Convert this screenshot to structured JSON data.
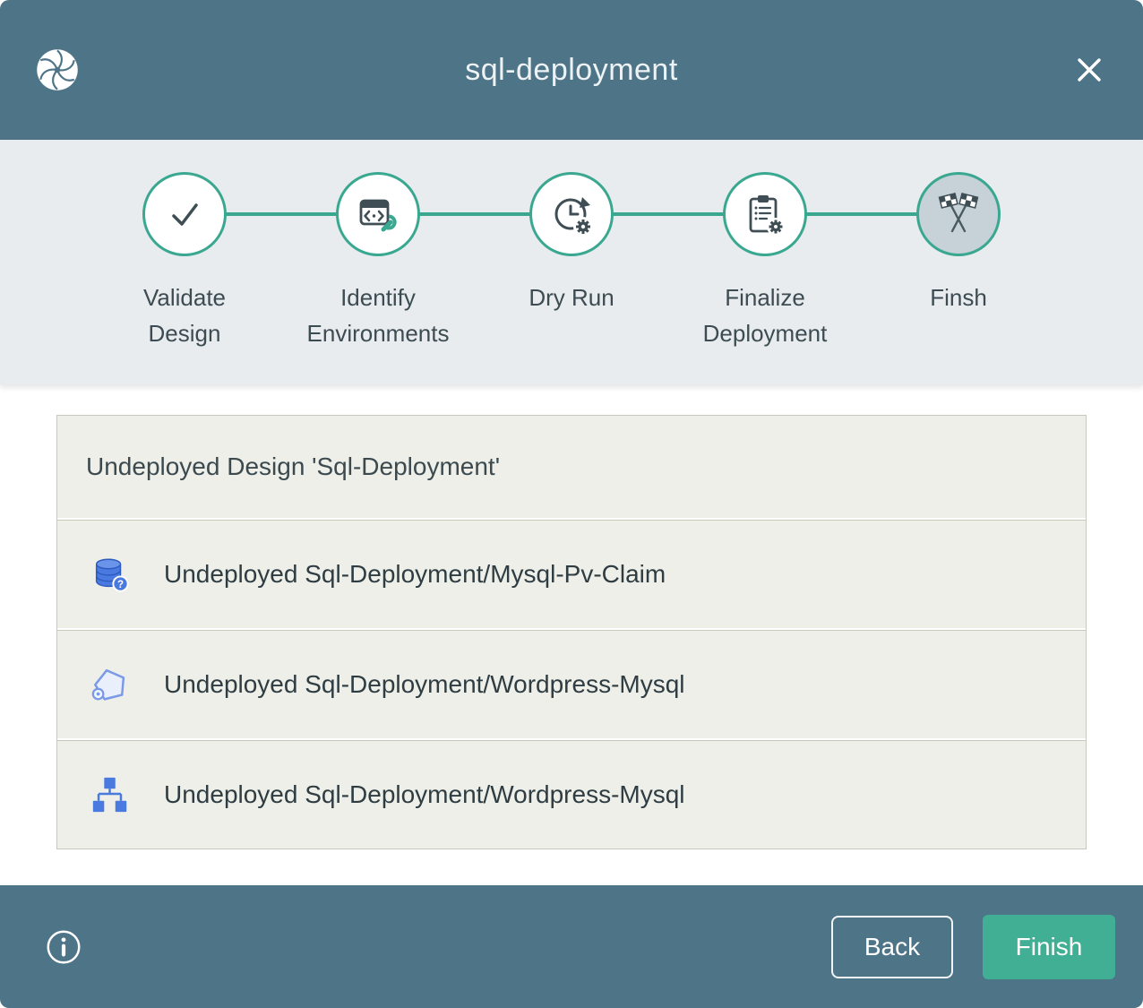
{
  "header": {
    "title": "sql-deployment"
  },
  "stepper": {
    "steps": [
      {
        "label": "Validate Design",
        "icon": "check-icon",
        "state": "completed"
      },
      {
        "label": "Identify Environments",
        "icon": "code-wrench-icon",
        "state": "completed"
      },
      {
        "label": "Dry Run",
        "icon": "dry-run-history-icon",
        "state": "completed"
      },
      {
        "label": "Finalize Deployment",
        "icon": "clipboard-gear-icon",
        "state": "completed"
      },
      {
        "label": "Finsh",
        "icon": "checkered-flags-icon",
        "state": "current"
      }
    ]
  },
  "results": {
    "title": "Undeployed Design 'Sql-Deployment'",
    "items": [
      {
        "icon": "database-icon",
        "text": "Undeployed Sql-Deployment/Mysql-Pv-Claim"
      },
      {
        "icon": "pod-icon",
        "text": "Undeployed Sql-Deployment/Wordpress-Mysql"
      },
      {
        "icon": "hierarchy-icon",
        "text": "Undeployed Sql-Deployment/Wordpress-Mysql"
      }
    ]
  },
  "footer": {
    "back_label": "Back",
    "finish_label": "Finish"
  },
  "colors": {
    "titlebar_bg": "#4e7488",
    "accent_teal": "#3aa891",
    "current_step_fill": "#c6d2d8",
    "panel_bg": "#edefe8",
    "item_icon_blue": "#4a7ae0",
    "finish_button": "#41af94"
  }
}
